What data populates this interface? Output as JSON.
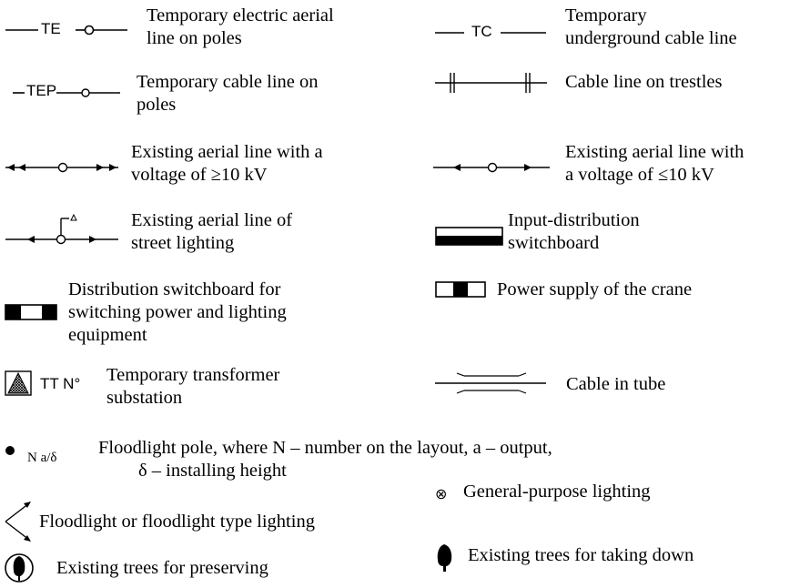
{
  "legend": [
    {
      "id": "temp-electric-aerial",
      "symbol_text": "TE",
      "lines": [
        "Temporary electric aerial",
        "line on poles"
      ]
    },
    {
      "id": "temp-underground-cable",
      "symbol_text": "TC",
      "lines": [
        "Temporary",
        "underground cable line"
      ]
    },
    {
      "id": "temp-cable-poles",
      "symbol_text": "TEP",
      "lines": [
        "Temporary cable line on",
        "poles"
      ]
    },
    {
      "id": "cable-trestles",
      "lines": [
        "Cable line on trestles"
      ]
    },
    {
      "id": "aerial-ge10",
      "lines": [
        "Existing aerial line with a",
        "voltage of ≥10 kV"
      ]
    },
    {
      "id": "aerial-le10",
      "lines": [
        "Existing aerial line with",
        "a voltage of ≤10 kV"
      ]
    },
    {
      "id": "street-lighting",
      "lines": [
        "Existing aerial line of",
        "street lighting"
      ]
    },
    {
      "id": "input-distribution",
      "lines": [
        "Input-distribution",
        "switchboard"
      ]
    },
    {
      "id": "distribution-switchboard",
      "lines": [
        "Distribution switchboard for",
        "switching power and lighting",
        "equipment"
      ]
    },
    {
      "id": "crane-power",
      "lines": [
        "Power supply of the crane"
      ]
    },
    {
      "id": "transformer-substation",
      "symbol_text": "TT N°",
      "lines": [
        "Temporary transformer",
        "substation"
      ]
    },
    {
      "id": "cable-tube",
      "lines": [
        "Cable in tube"
      ]
    },
    {
      "id": "floodlight-pole",
      "symbol_text": "N a/δ",
      "lines": [
        "Floodlight pole, where N – number on the layout, a – output,",
        "δ – installing height"
      ]
    },
    {
      "id": "floodlight-lighting",
      "lines": [
        "Floodlight or floodlight type lighting"
      ]
    },
    {
      "id": "general-lighting",
      "symbol_text": "⊗",
      "lines": [
        "General-purpose lighting"
      ]
    },
    {
      "id": "trees-preserving",
      "lines": [
        "Existing trees for preserving"
      ]
    },
    {
      "id": "trees-taking-down",
      "lines": [
        "Existing trees for taking down"
      ]
    }
  ]
}
